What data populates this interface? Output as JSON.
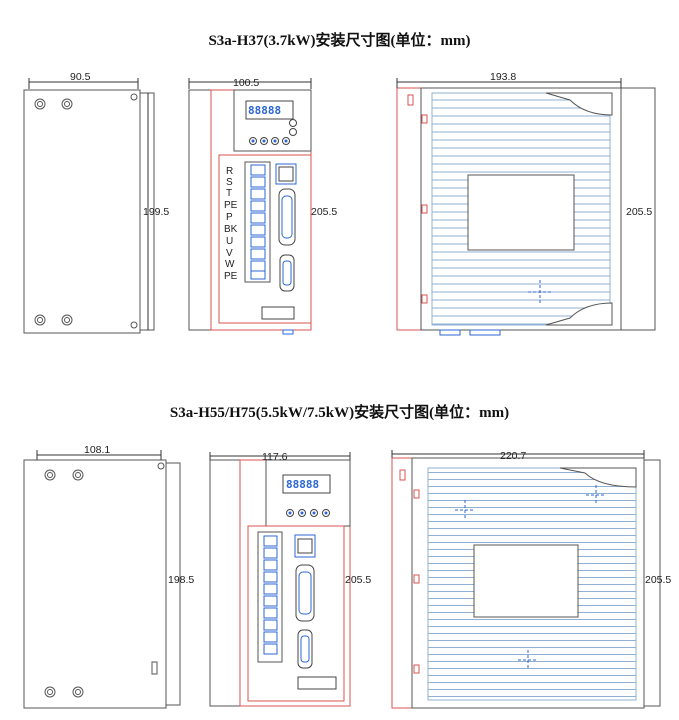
{
  "section1": {
    "title": "S3a-H37(3.7kW)安装尺寸图(单位：mm)",
    "dims": {
      "side_width": "90.5",
      "side_height": "199.5",
      "front_width": "100.5",
      "front_height": "205.5",
      "rear_width": "193.8",
      "rear_height": "205.5"
    },
    "terminals": [
      "R",
      "S",
      "T",
      "PE",
      "P",
      "BK",
      "U",
      "V",
      "W",
      "PE"
    ],
    "display": "88888"
  },
  "section2": {
    "title": "S3a-H55/H75(5.5kW/7.5kW)安装尺寸图(单位：mm)",
    "dims": {
      "side_width": "108.1",
      "side_height": "198.5",
      "front_width": "117.6",
      "front_height": "205.5",
      "rear_width": "220.7",
      "rear_height": "205.5"
    },
    "display": "88888"
  },
  "colors": {
    "outline": "#5a5a5a",
    "accent": "#d9534f",
    "fins": "#7fa3c8",
    "display": "#2b66d6"
  }
}
